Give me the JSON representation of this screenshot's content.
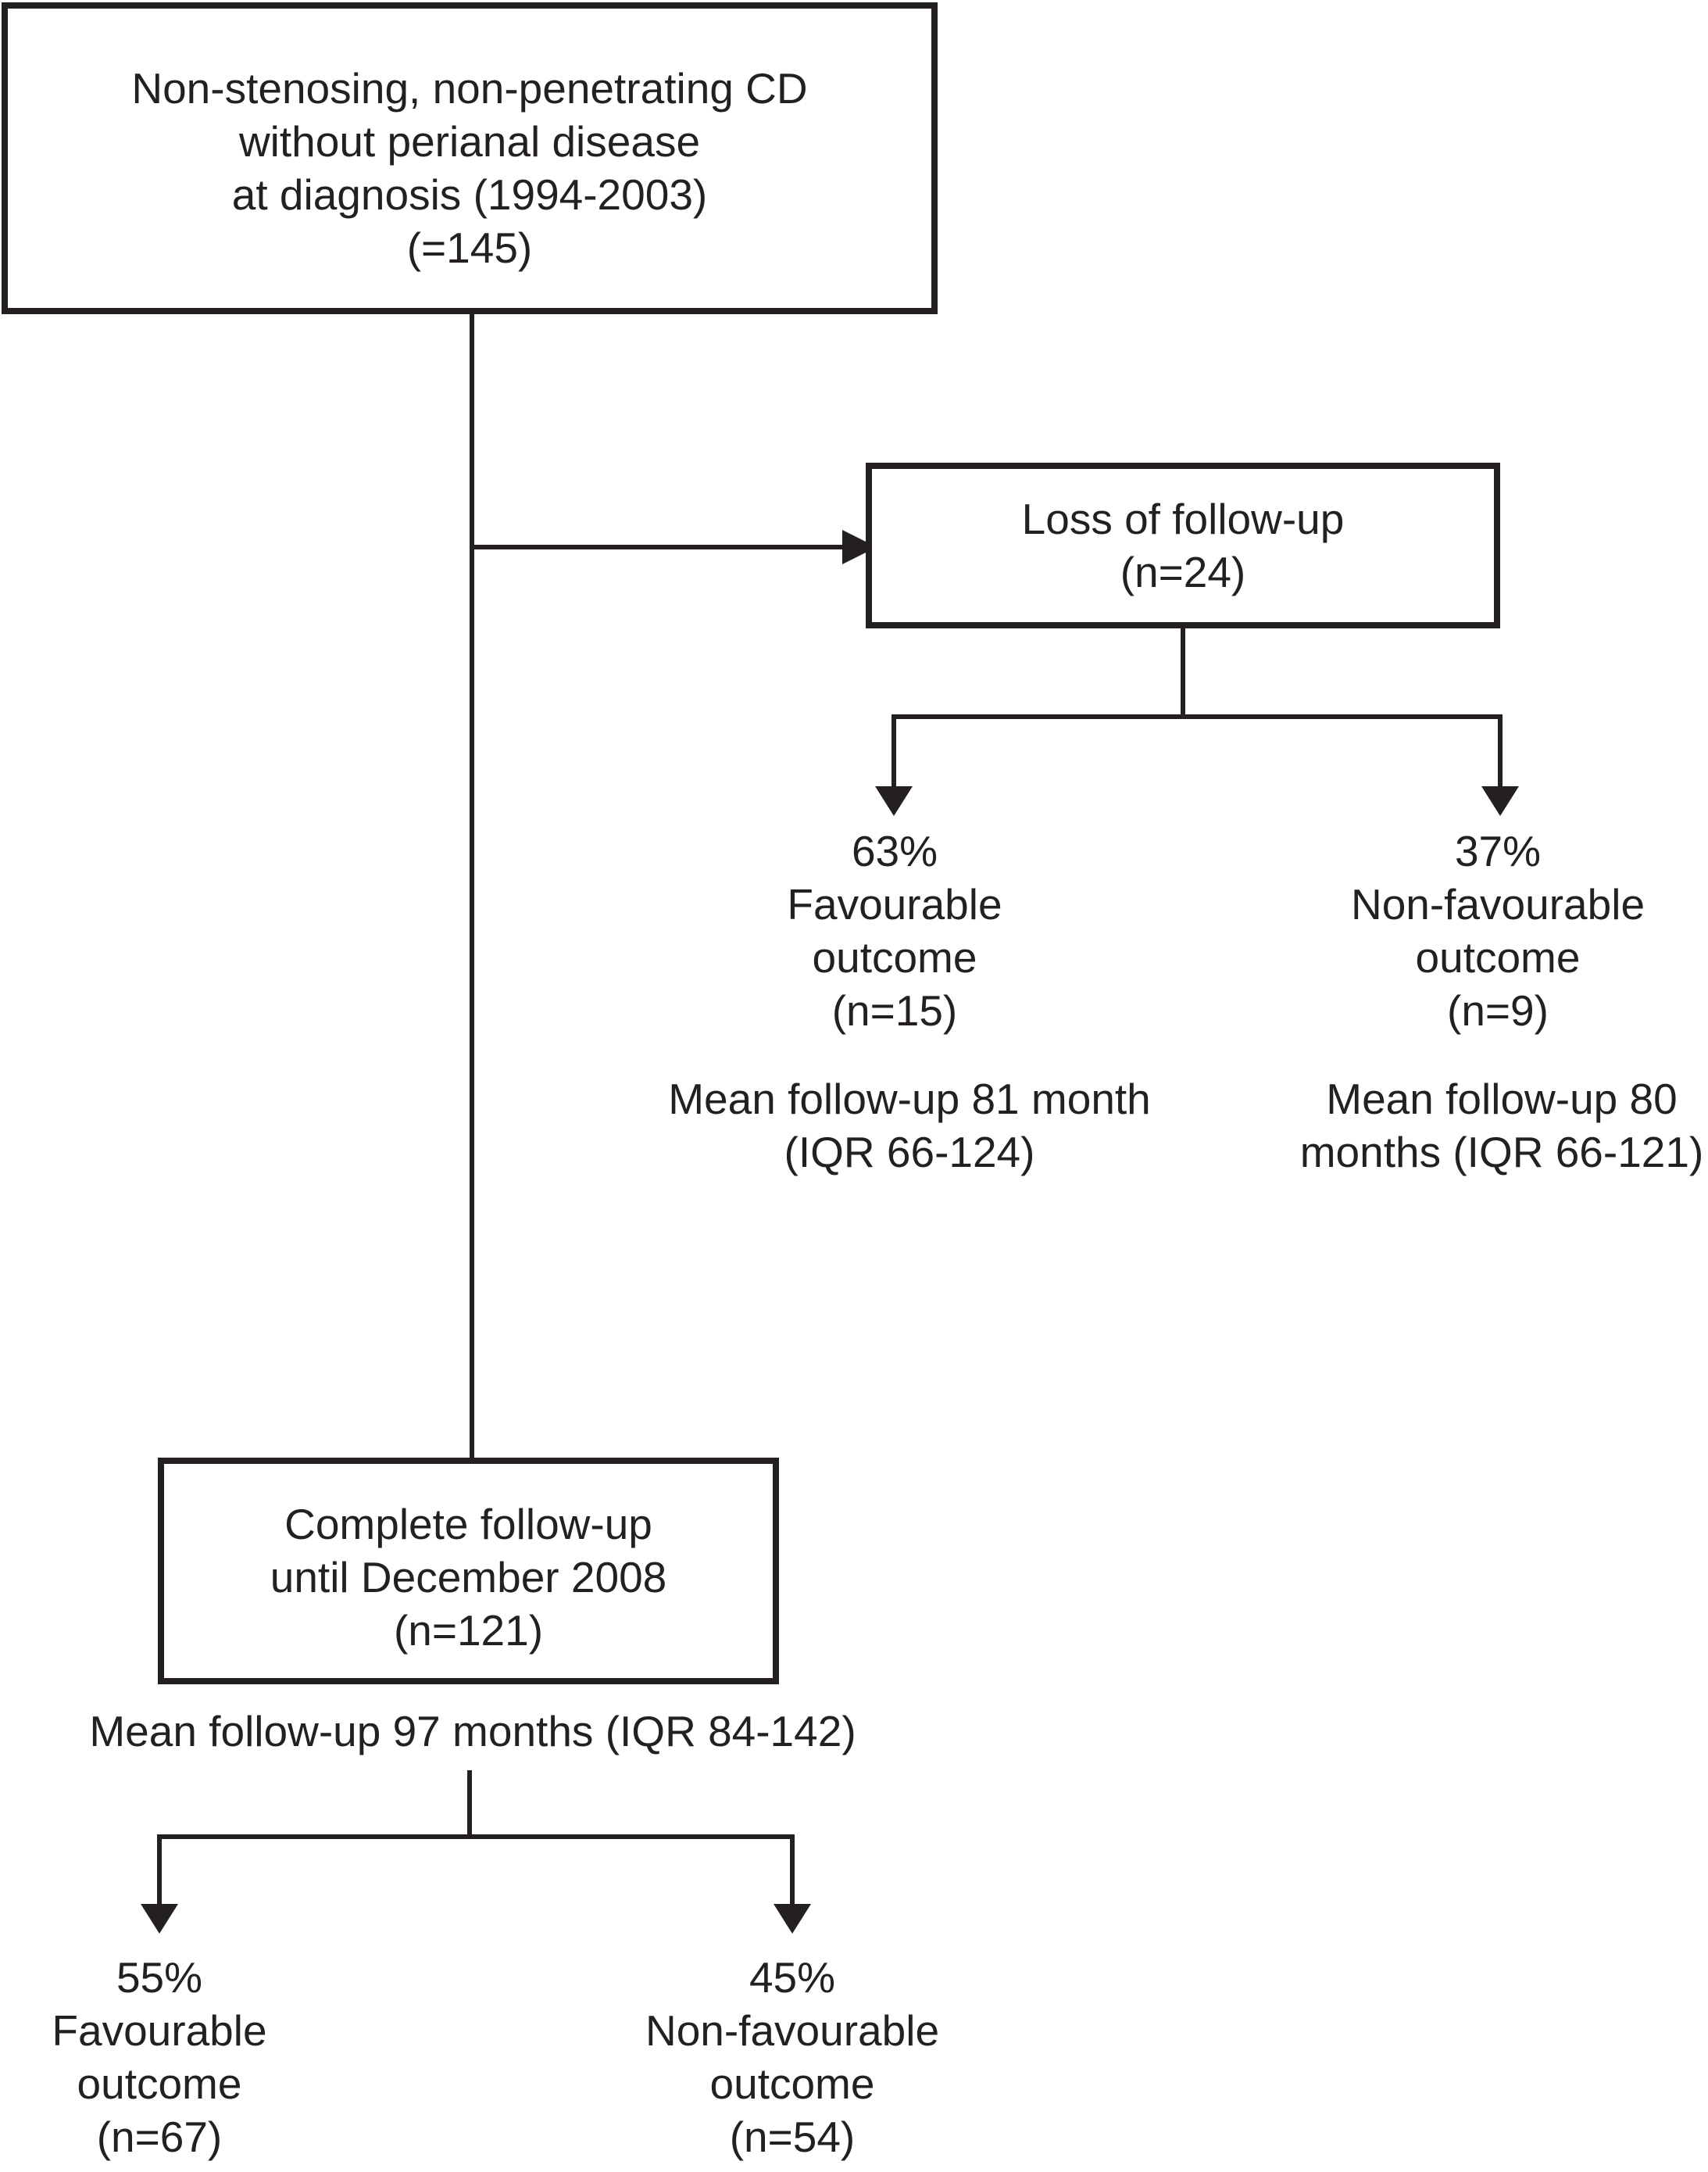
{
  "figure": {
    "ink": "#241f21",
    "background": "#ffffff"
  },
  "flowchart": {
    "root_box": {
      "lines": [
        "Non-stenosing, non-penetrating CD",
        "without perianal disease",
        "at diagnosis (1994-2003)",
        "(=145)"
      ]
    },
    "loss_box": {
      "lines": [
        "Loss of follow-up",
        "(n=24)"
      ]
    },
    "loss_favourable": {
      "lines": [
        "63%",
        "Favourable",
        "outcome",
        "(n=15)"
      ]
    },
    "loss_favourable_note": {
      "lines": [
        "Mean follow-up 81 month",
        "(IQR 66-124)"
      ]
    },
    "loss_nonfavourable": {
      "lines": [
        "37%",
        "Non-favourable",
        "outcome",
        "(n=9)"
      ]
    },
    "loss_nonfavourable_note": {
      "lines": [
        "Mean follow-up 80",
        "months (IQR 66-121)"
      ]
    },
    "complete_box": {
      "lines": [
        "Complete follow-up",
        "until December 2008",
        "(n=121)"
      ]
    },
    "complete_note": {
      "lines": [
        "Mean follow-up 97 months (IQR 84-142)"
      ]
    },
    "complete_favourable": {
      "lines": [
        "55%",
        "Favourable",
        "outcome",
        "(n=67)"
      ]
    },
    "complete_nonfavourable": {
      "lines": [
        "45%",
        "Non-favourable",
        "outcome",
        "(n=54)"
      ]
    }
  }
}
